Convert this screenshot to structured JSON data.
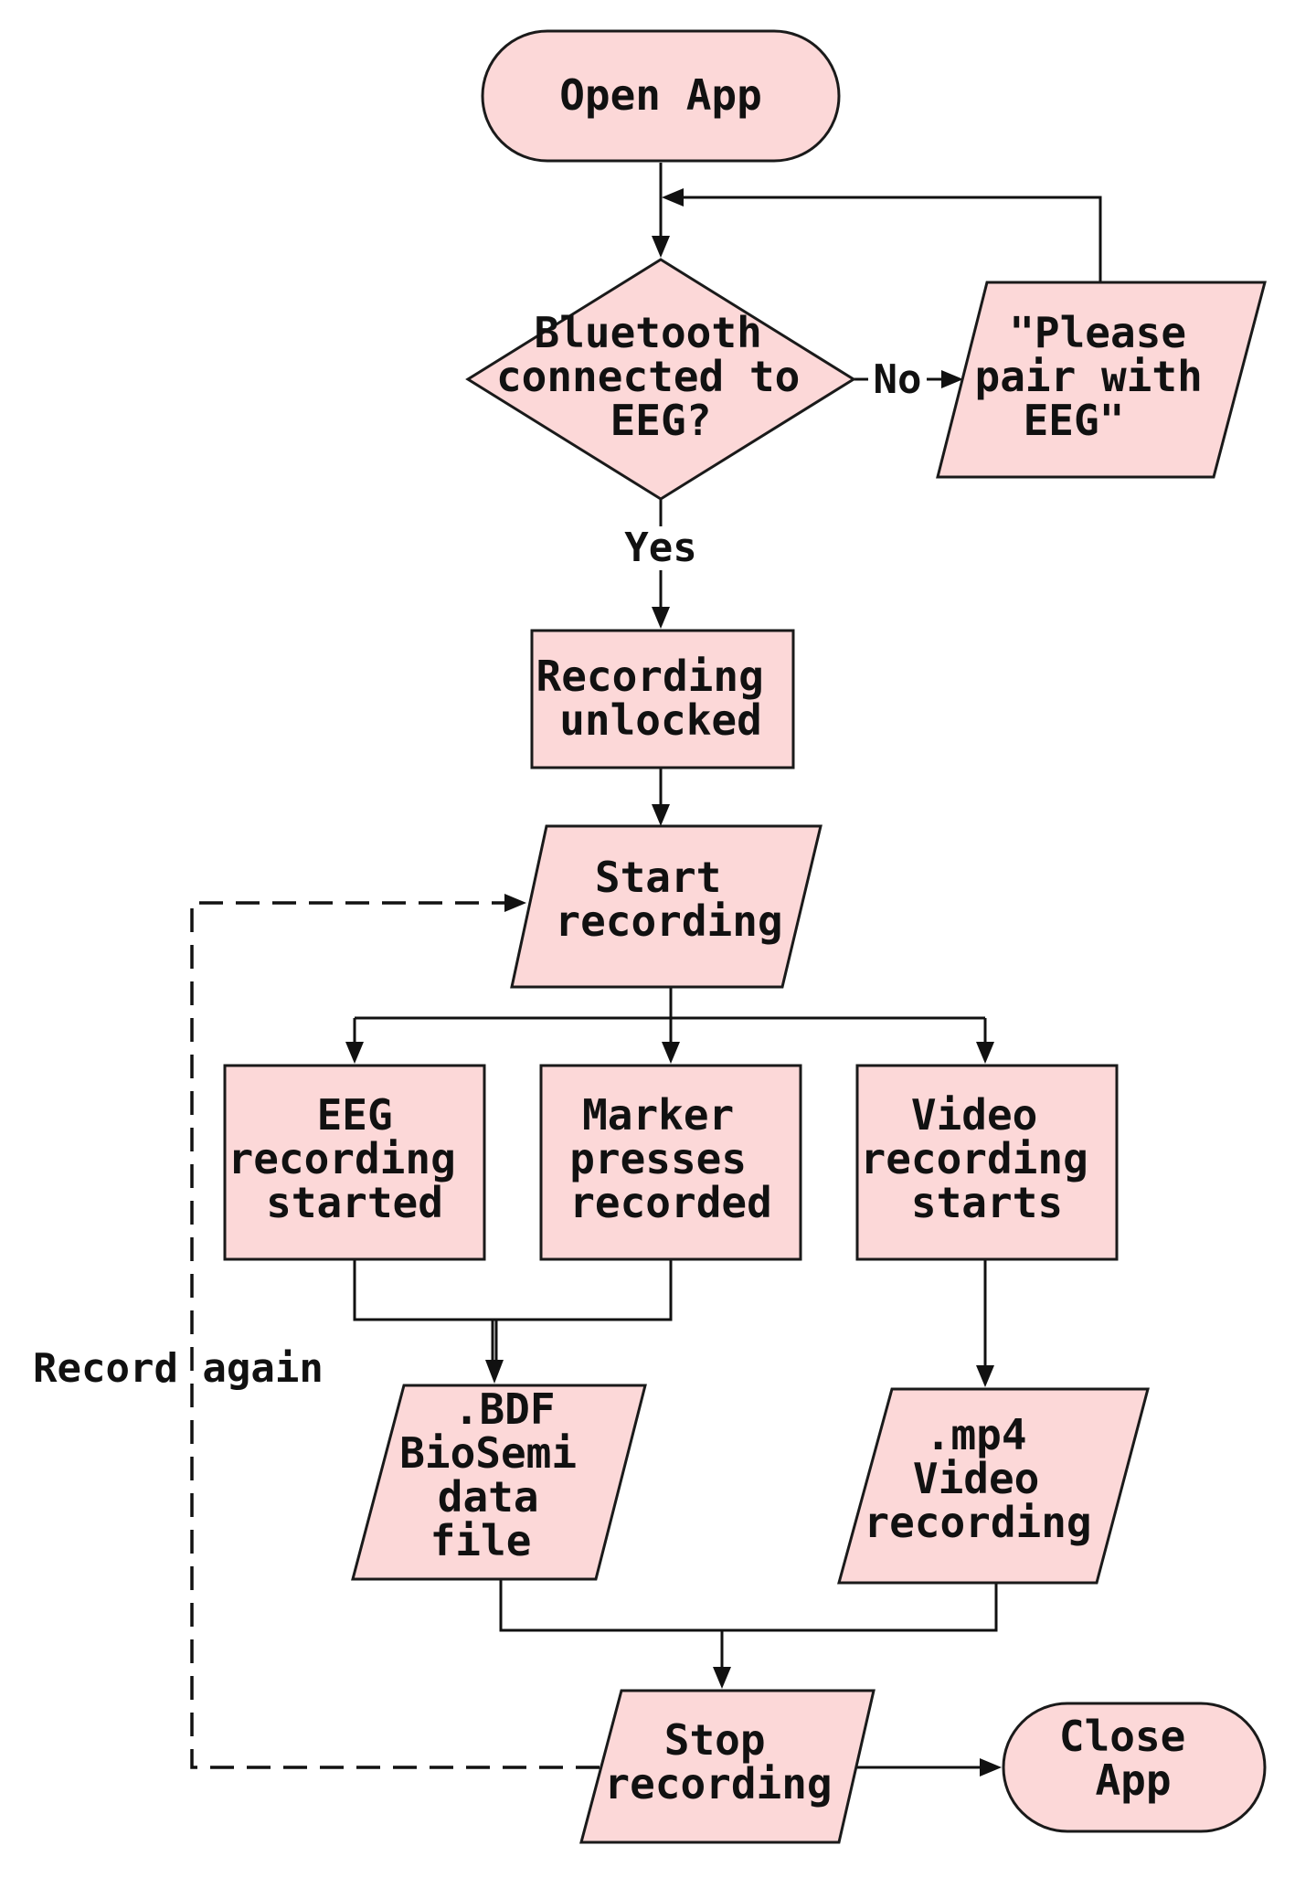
{
  "diagram": {
    "nodes": {
      "open_app": {
        "lines": [
          "Open App"
        ]
      },
      "bt_check": {
        "lines": [
          "Bluetooth",
          "connected to",
          "EEG?"
        ]
      },
      "please_pair": {
        "lines": [
          "\"Please",
          "pair with",
          "EEG\""
        ]
      },
      "rec_unlocked": {
        "lines": [
          "Recording",
          "unlocked"
        ]
      },
      "start_rec": {
        "lines": [
          "Start",
          "recording"
        ]
      },
      "eeg_started": {
        "lines": [
          "EEG",
          "recording",
          "started"
        ]
      },
      "marker": {
        "lines": [
          "Marker",
          "presses",
          "recorded"
        ]
      },
      "video_starts": {
        "lines": [
          "Video",
          "recording",
          "starts"
        ]
      },
      "bdf": {
        "lines": [
          ".BDF",
          "BioSemi",
          "data",
          "file"
        ]
      },
      "mp4": {
        "lines": [
          ".mp4",
          "Video",
          "recording"
        ]
      },
      "stop_rec": {
        "lines": [
          "Stop",
          "recording"
        ]
      },
      "close_app": {
        "lines": [
          "Close",
          "App"
        ]
      }
    },
    "edge_labels": {
      "no": "No",
      "yes": "Yes",
      "record_again": "Record again"
    }
  }
}
